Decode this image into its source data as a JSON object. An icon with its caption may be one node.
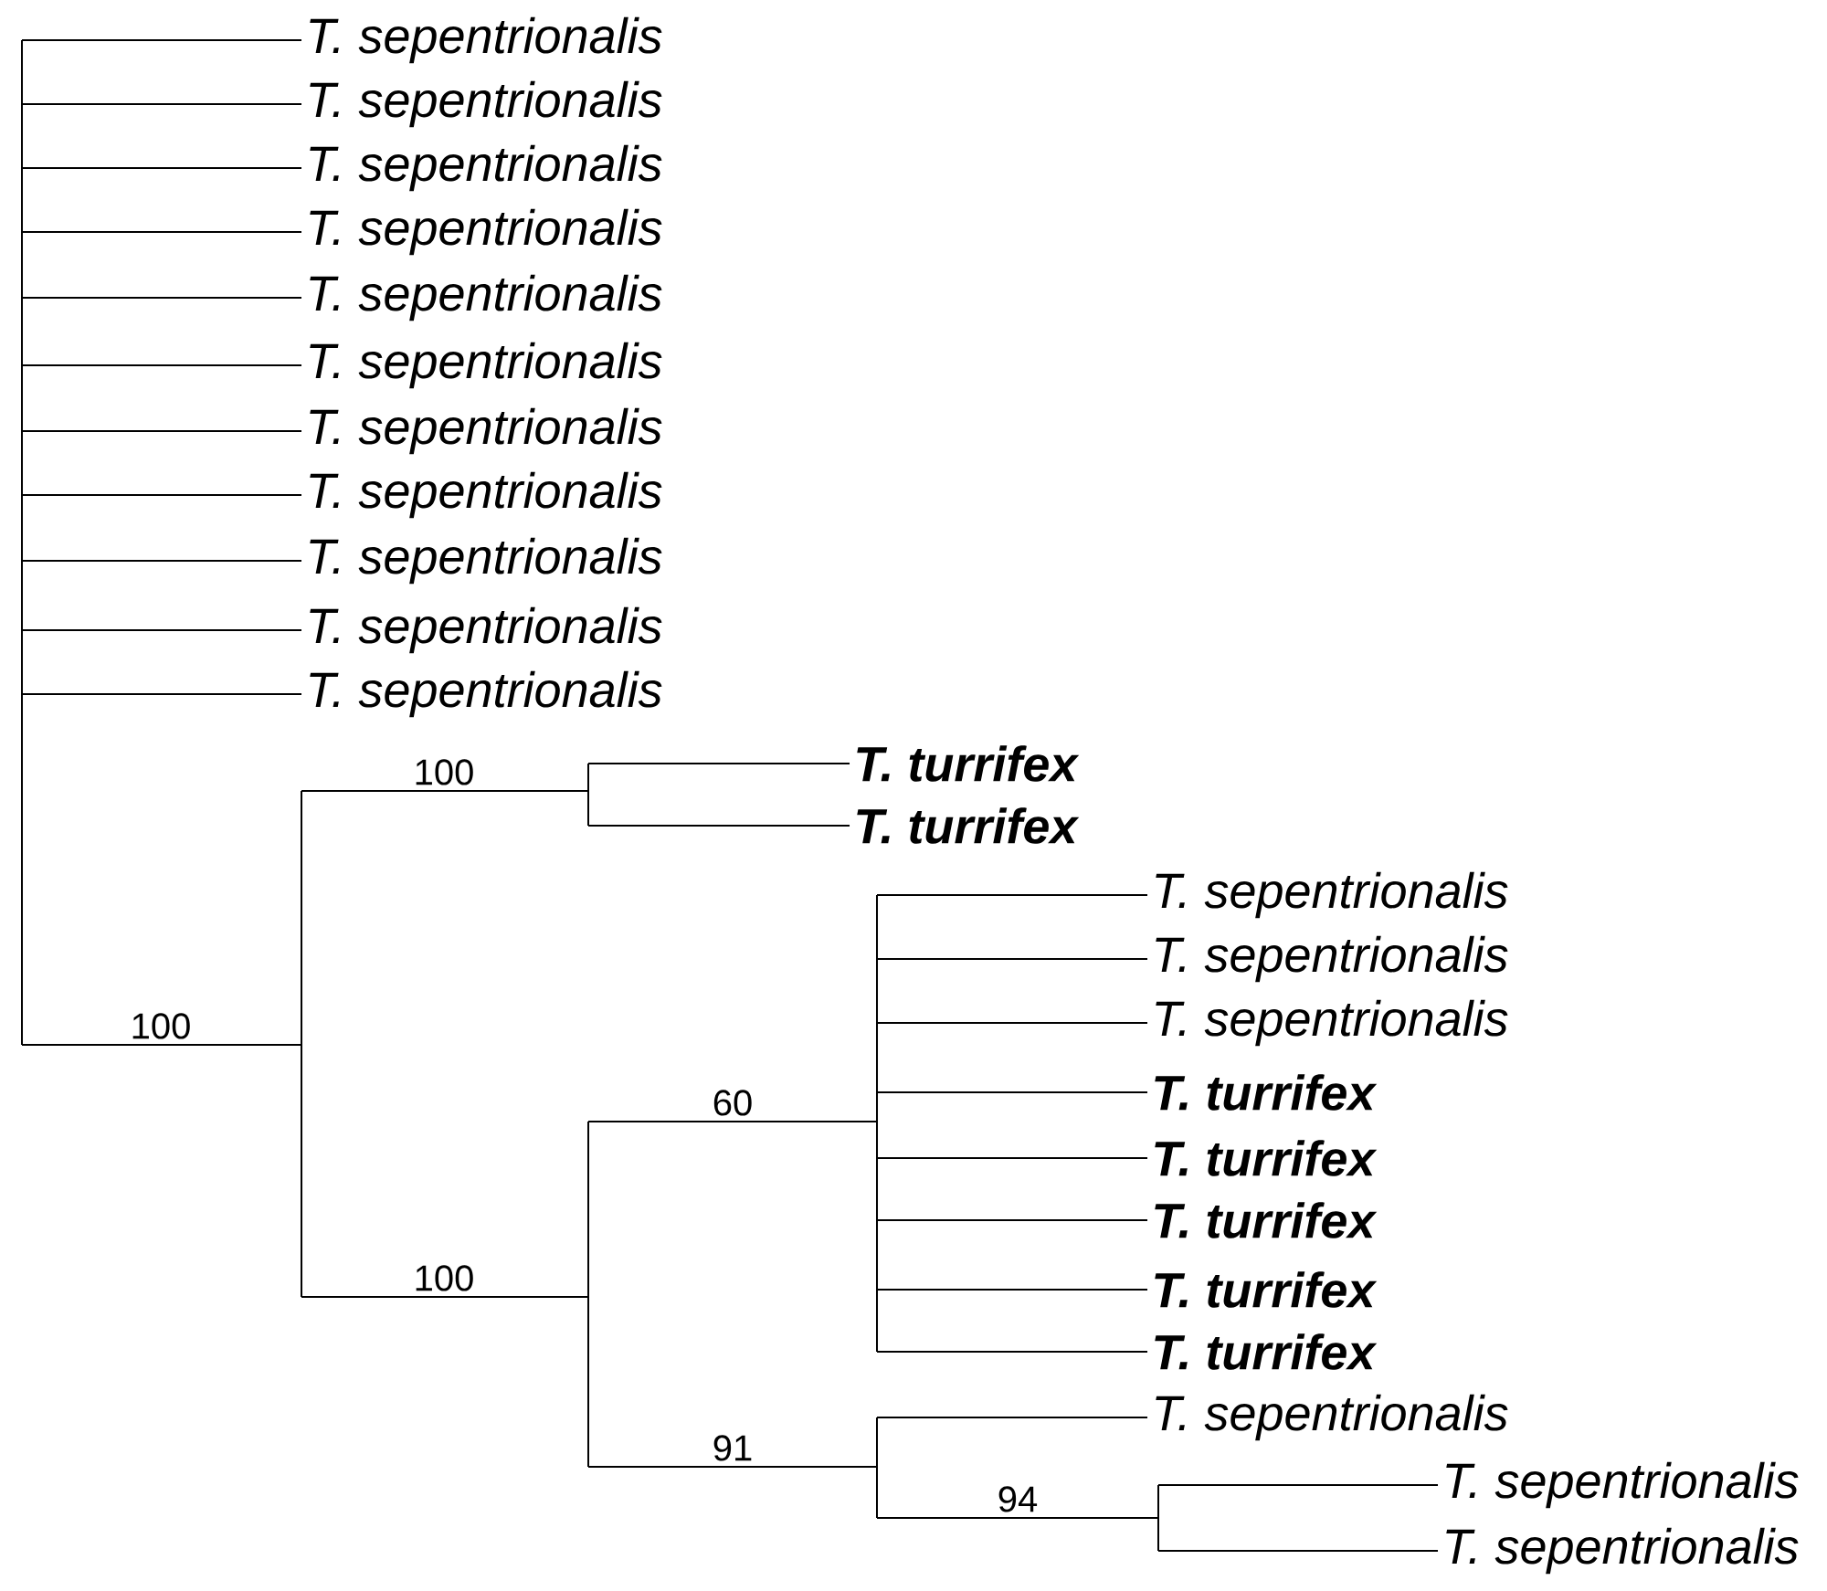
{
  "diagram": {
    "nodes": [
      {
        "text": [
          "T. sepentrionalis"
        ]
      },
      {
        "text": [
          "T. sepentrionalis"
        ]
      },
      {
        "text": [
          "T. sepentrionalis"
        ]
      },
      {
        "text": [
          "T. sepentrionalis"
        ]
      },
      {
        "text": [
          "T. sepentrionalis"
        ]
      },
      {
        "text": [
          "T. sepentrionalis"
        ]
      },
      {
        "text": [
          "T. sepentrionalis"
        ]
      },
      {
        "text": [
          "T. sepentrionalis"
        ]
      },
      {
        "text": [
          "T. sepentrionalis"
        ]
      },
      {
        "text": [
          "T. sepentrionalis"
        ]
      },
      {
        "text": [
          "T. sepentrionalis"
        ]
      },
      {
        "text": [
          "T. turrifex"
        ]
      },
      {
        "text": [
          "T. turrifex"
        ]
      },
      {
        "text": [
          "T. sepentrionalis"
        ]
      },
      {
        "text": [
          "T. sepentrionalis"
        ]
      },
      {
        "text": [
          "T. sepentrionalis"
        ]
      },
      {
        "text": [
          "T. turrifex"
        ]
      },
      {
        "text": [
          "T. turrifex"
        ]
      },
      {
        "text": [
          "T. turrifex"
        ]
      },
      {
        "text": [
          "T. turrifex"
        ]
      },
      {
        "text": [
          "T. turrifex"
        ]
      },
      {
        "text": [
          "T. sepentrionalis"
        ]
      },
      {
        "text": [
          "T. sepentrionalis"
        ]
      },
      {
        "text": [
          "T. sepentrionalis"
        ]
      }
    ],
    "labels": [
      "100",
      "100",
      "60",
      "100",
      "91",
      "94"
    ]
  }
}
